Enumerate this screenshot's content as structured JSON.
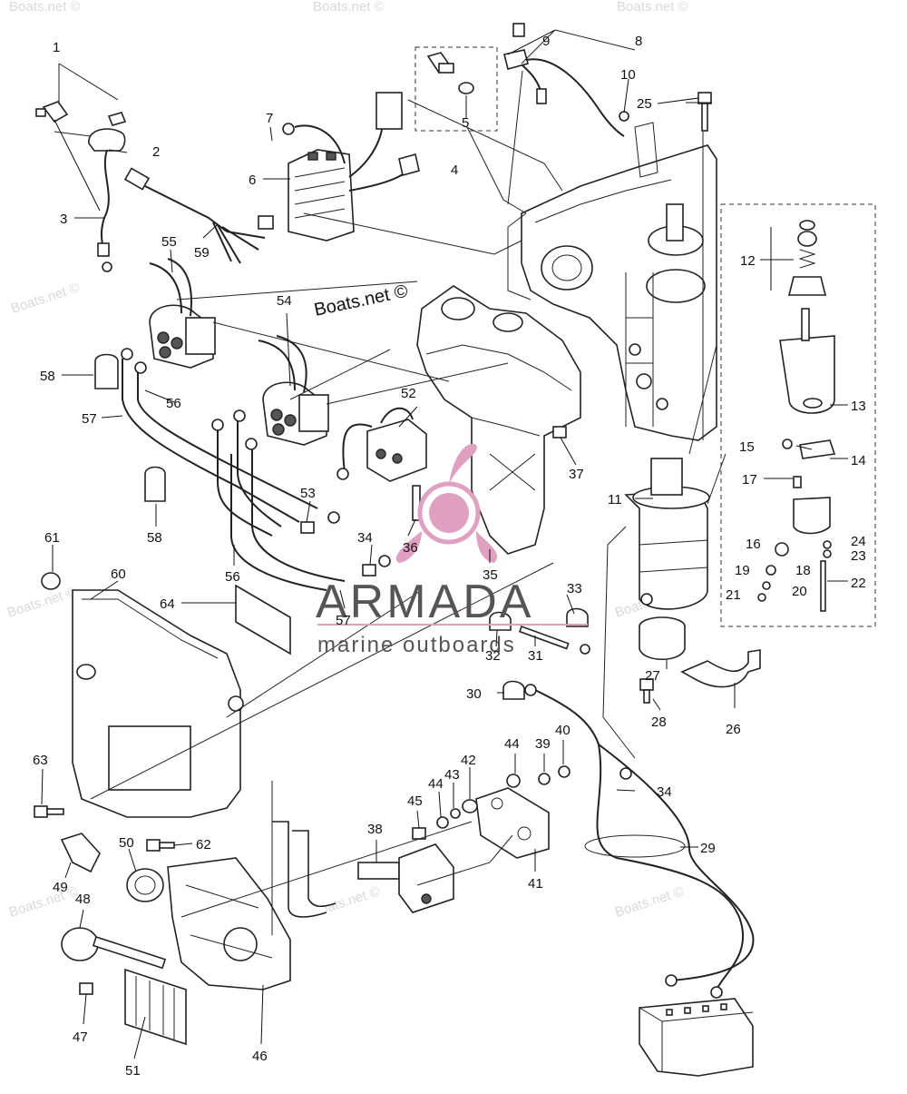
{
  "watermark": {
    "site_text": "Boats.net ©",
    "center_text": "Boats.net ©"
  },
  "brand": {
    "name": "ARMADA",
    "tagline": "marine outboards",
    "logo_color": "#e0a0c0"
  },
  "callouts": {
    "c1": "1",
    "c2": "2",
    "c3": "3",
    "c4": "4",
    "c5": "5",
    "c6": "6",
    "c7": "7",
    "c8": "8",
    "c9": "9",
    "c10": "10",
    "c11": "11",
    "c12": "12",
    "c13": "13",
    "c14": "14",
    "c15": "15",
    "c16": "16",
    "c17": "17",
    "c18": "18",
    "c19": "19",
    "c20": "20",
    "c21": "21",
    "c22": "22",
    "c23": "23",
    "c24": "24",
    "c25": "25",
    "c26": "26",
    "c27": "27",
    "c28": "28",
    "c29": "29",
    "c30": "30",
    "c31": "31",
    "c32": "32",
    "c33": "33",
    "c34": "34",
    "c35": "35",
    "c36": "36",
    "c37": "37",
    "c38": "38",
    "c39": "39",
    "c40": "40",
    "c41": "41",
    "c42": "42",
    "c43": "43",
    "c44": "44",
    "c45": "45",
    "c46": "46",
    "c47": "47",
    "c48": "48",
    "c49": "49",
    "c50": "50",
    "c51": "51",
    "c52": "52",
    "c53": "53",
    "c54": "54",
    "c55": "55",
    "c56": "56",
    "c57": "57",
    "c58": "58",
    "c59": "59",
    "c60": "60",
    "c61": "61",
    "c62": "62",
    "c63": "63",
    "c64": "64"
  }
}
